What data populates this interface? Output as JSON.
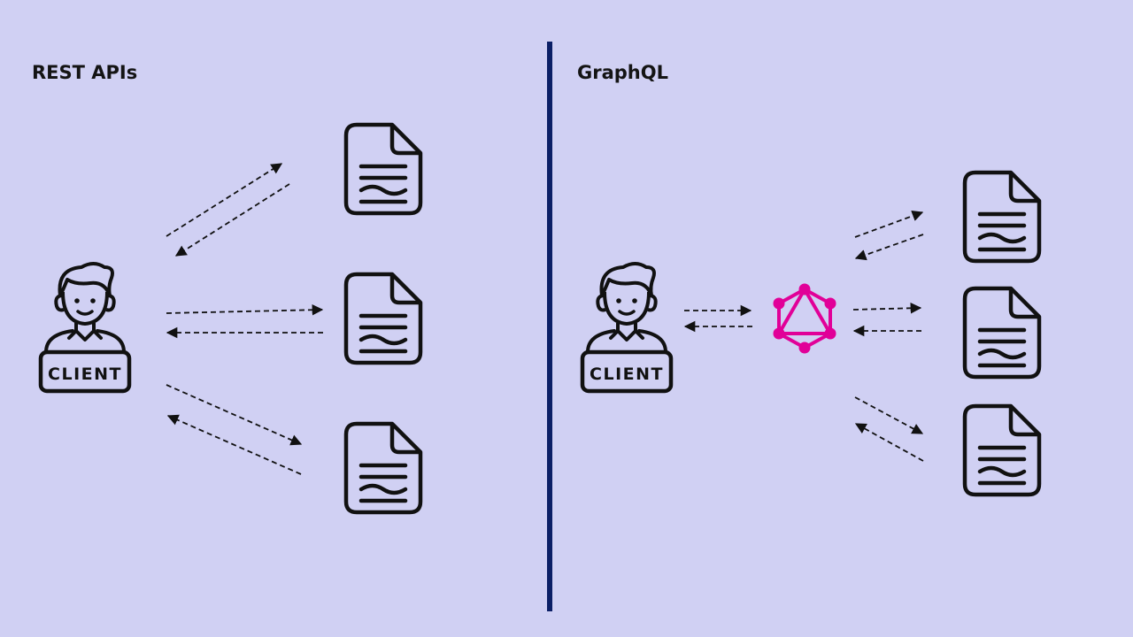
{
  "sections": {
    "rest": {
      "title": "REST APIs",
      "client_label": "CLIENT"
    },
    "graphql": {
      "title": "GraphQL",
      "client_label": "CLIENT"
    }
  },
  "icons": {
    "client": "client-person-icon",
    "document": "document-icon",
    "graphql_logo": "graphql-logo-icon"
  },
  "colors": {
    "background": "#d0d0f3",
    "divider": "#0b1f66",
    "graphql_logo": "#e10098",
    "ink": "#111111"
  }
}
